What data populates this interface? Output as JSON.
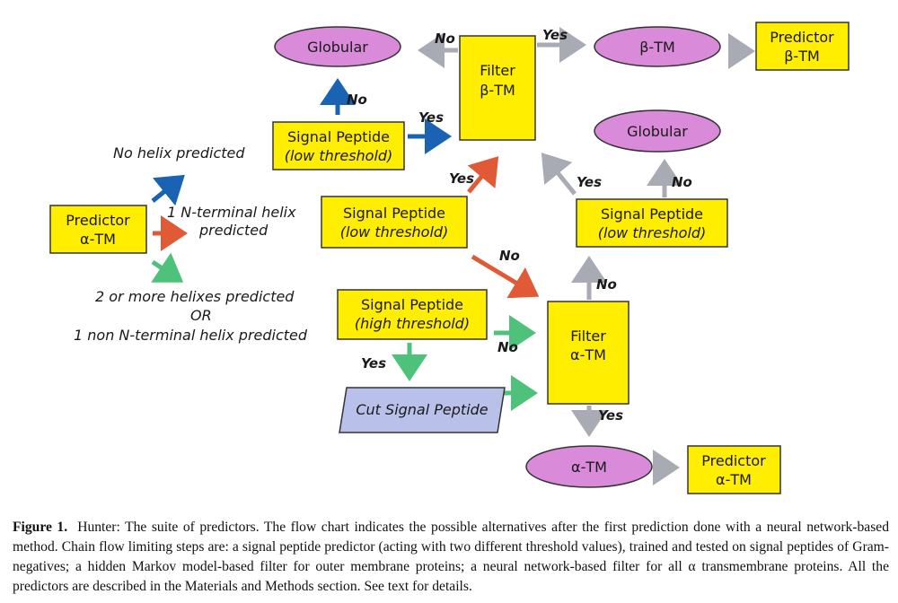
{
  "colors": {
    "yellow_box": "#ffee00",
    "box_border": "#333333",
    "ellipse_fill": "#d98ad8",
    "parallelogram_fill": "#b9c1ea",
    "arrow_blue": "#1a63b3",
    "arrow_red": "#e05a35",
    "arrow_green": "#4ec27a",
    "arrow_gray": "#a8aab4"
  },
  "nodes": {
    "predictor_alpha_start": {
      "line1": "Predictor",
      "line2": "α-TM"
    },
    "filter_beta": {
      "line1": "Filter",
      "line2": "β-TM"
    },
    "globular_top": {
      "label": "Globular"
    },
    "beta_tm_ellipse": {
      "label": "β-TM"
    },
    "predictor_beta_final": {
      "line1": "Predictor",
      "line2": "β-TM"
    },
    "signal_low_1": {
      "line1": "Signal Peptide",
      "line2": "(low threshold)"
    },
    "signal_low_2": {
      "line1": "Signal Peptide",
      "line2": "(low threshold)"
    },
    "globular_right": {
      "label": "Globular"
    },
    "signal_low_3": {
      "line1": "Signal Peptide",
      "line2": "(low threshold)"
    },
    "signal_high": {
      "line1": "Signal Peptide",
      "line2": "(high threshold)"
    },
    "filter_alpha": {
      "line1": "Filter",
      "line2": "α-TM"
    },
    "cut_signal": {
      "label": "Cut Signal Peptide"
    },
    "alpha_tm_ellipse": {
      "label": "α-TM"
    },
    "predictor_alpha_final": {
      "line1": "Predictor",
      "line2": "α-TM"
    }
  },
  "edge_labels": {
    "no_globular_top": "No",
    "yes_beta_tm": "Yes",
    "no_sp1_up": "No",
    "yes_sp1_filter": "Yes",
    "yes_sp2_filter": "Yes",
    "no_sp2_down": "No",
    "yes_sp3_filter": "Yes",
    "no_sp3_globular": "No",
    "no_filter_alpha_up": "No",
    "no_sp_high": "No",
    "yes_sp_high": "Yes",
    "yes_filter_alpha_down": "Yes"
  },
  "branch_labels": {
    "no_helix": "No helix predicted",
    "one_n_term_line1": "1 N-terminal helix",
    "one_n_term_line2": "predicted",
    "two_more_line1": "2 or more helixes predicted",
    "two_more_line2": "OR",
    "two_more_line3": "1 non N-terminal helix predicted"
  },
  "caption": {
    "label": "Figure 1.",
    "text": "Hunter: The suite of predictors. The flow chart indicates the possible alternatives after the first prediction done with a neural network-based method. Chain flow limiting steps are: a signal peptide predictor (acting with two different threshold values), trained and tested on signal peptides of Gram-negatives; a hidden Markov model-based filter for outer membrane proteins; a neural network-based filter for all α transmembrane proteins. All the predictors are described in the Materials and Methods section. See text for details."
  }
}
